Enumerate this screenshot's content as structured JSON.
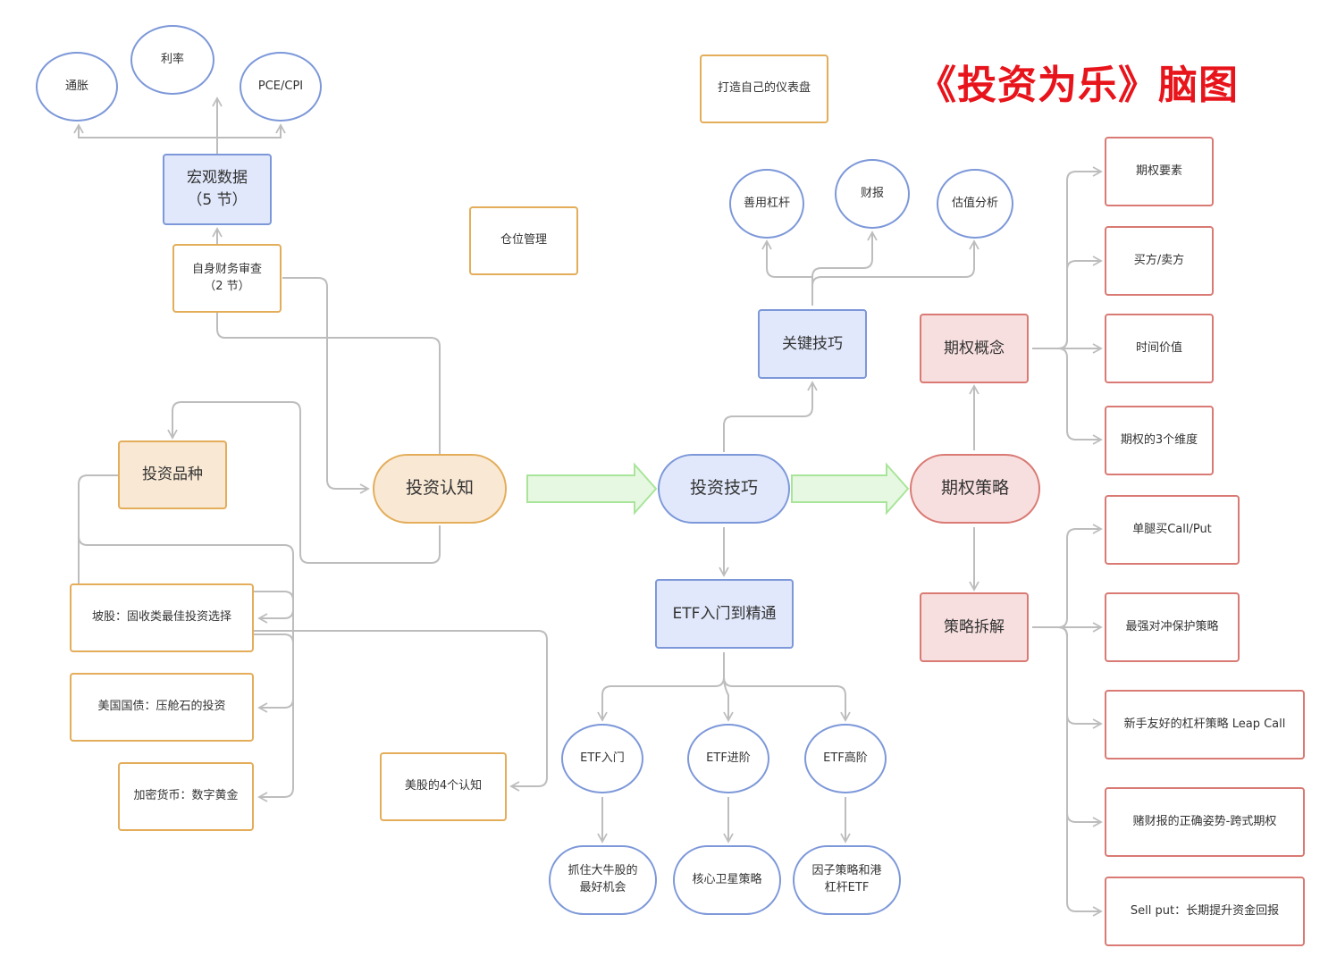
{
  "title": "《投资为乐》脑图",
  "nodes": {
    "tongzhang": "通胀",
    "lilv": "利率",
    "pce": "PCE/CPI",
    "hongguan": "宏观数据\n（5 节）",
    "ziwo": "自身财务审查\n（2 节）",
    "cangwei": "仓位管理",
    "yibiao": "打造自己的仪表盘",
    "pinzhong": "投资品种",
    "renzhi": "投资认知",
    "jiqiao": "投资技巧",
    "celue": "期权策略",
    "guanjian": "关键技巧",
    "ganggan": "善用杠杆",
    "caibao": "财报",
    "guzhi": "估值分析",
    "gainian": "期权概念",
    "yaosu": "期权要素",
    "maifang": "买方/卖方",
    "shijian": "时间价值",
    "weidu": "期权的3个维度",
    "chaijie": "策略拆解",
    "dantui": "单腿买Call/Put",
    "duichong": "最强对冲保护策略",
    "leap": "新手友好的杠杆策略 Leap Call",
    "kuashi": "赌财报的正确姿势-跨式期权",
    "sellput": "Sell put：长期提升资金回报",
    "pogu": "坡股：固收类最佳投资选择",
    "guozhai": "美国国债：压舱石的投资",
    "jiami": "加密货币：数字黄金",
    "meigu": "美股的4个认知",
    "etf": "ETF入门到精通",
    "etf1": "ETF入门",
    "etf2": "ETF进阶",
    "etf3": "ETF高阶",
    "niugu": "抓住大牛股的\n最好机会",
    "hexin": "核心卫星策略",
    "yinzi": "因子策略和港\n杠杆ETF"
  },
  "colors": {
    "blue": "#7d98d9",
    "orange": "#e3ad5a",
    "red": "#d97a74",
    "arrow_gray": "#bdbdbd",
    "flow_green": "#a8e59a",
    "title_red": "#e8141b"
  }
}
